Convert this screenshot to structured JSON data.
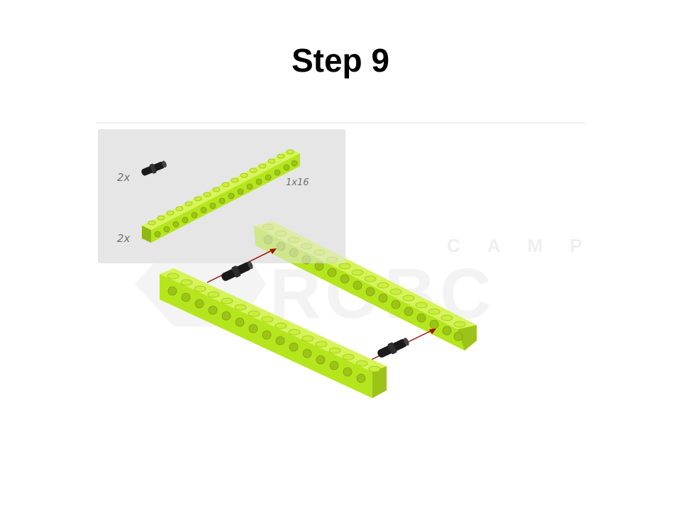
{
  "slide": {
    "title": "Step 9"
  },
  "parts_list": {
    "items": [
      {
        "quantity": "2x",
        "part": "connector-pin-icon"
      },
      {
        "quantity": "2x",
        "part": "technic-beam-icon",
        "size_label": "1x16"
      }
    ]
  },
  "watermark": {
    "line1": "CAMP",
    "line2": "ROBC"
  },
  "colors": {
    "beam": "#b5e61d",
    "beam_dark": "#8fb814",
    "pin": "#1a1a1a",
    "arrow": "#a01010",
    "parts_panel": "#e6e6e6",
    "watermark": "#f0f0f0"
  }
}
